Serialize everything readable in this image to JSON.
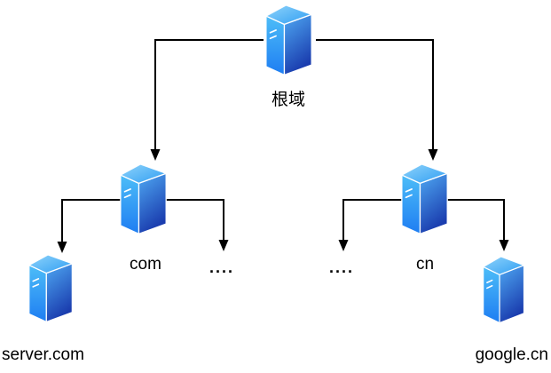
{
  "diagram": {
    "type": "tree",
    "colors": {
      "line": "#000000",
      "text": "#000000",
      "icon_top_light": "#8fd4fb",
      "icon_top_dark": "#2f9df2",
      "icon_left_top": "#4dbdf8",
      "icon_left_bottom": "#1e7df2",
      "icon_right_top": "#4fa9f3",
      "icon_right_bottom": "#1a3cae",
      "icon_edge": "#ffffff"
    },
    "nodes": [
      {
        "id": "root",
        "label": "根域"
      },
      {
        "id": "com",
        "label": "com"
      },
      {
        "id": "cn",
        "label": "cn"
      },
      {
        "id": "dots_left",
        "label": "...."
      },
      {
        "id": "dots_right",
        "label": "...."
      },
      {
        "id": "server_com",
        "label": "server.com"
      },
      {
        "id": "google_cn",
        "label": "google.cn"
      }
    ],
    "edges": [
      {
        "from": "根域",
        "to": "com"
      },
      {
        "from": "根域",
        "to": "cn"
      },
      {
        "from": "com",
        "to": "server.com"
      },
      {
        "from": "com",
        "to": "...."
      },
      {
        "from": "cn",
        "to": "...."
      },
      {
        "from": "cn",
        "to": "google.cn"
      }
    ]
  }
}
